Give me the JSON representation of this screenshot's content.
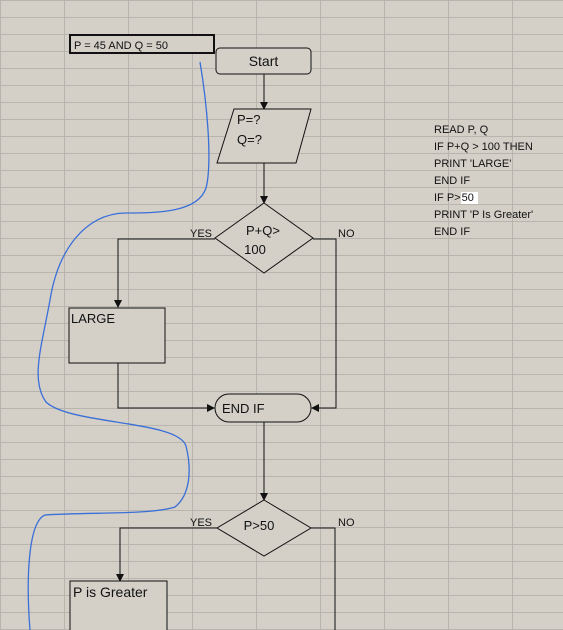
{
  "note": "P = 45 AND Q = 50",
  "flowchart": {
    "start": "Start",
    "input_line1": "P=?",
    "input_line2": "Q=?",
    "decision1_line1": "P+Q>",
    "decision1_line2": "100",
    "yes1": "YES",
    "no1": "NO",
    "process1": "LARGE",
    "endif": "END IF",
    "decision2": "P>50",
    "yes2": "YES",
    "no2": "NO",
    "process2": "P is Greater"
  },
  "code": {
    "line1": "READ P, Q",
    "line2": "IF P+Q > 100 THEN",
    "line3": "PRINT 'LARGE'",
    "line4": "END IF",
    "line5_prefix": "IF P>",
    "line5_value": "50",
    "line6": "PRINT 'P Is Greater'",
    "line7": "END IF"
  },
  "colors": {
    "background": "#d4d0c8",
    "trace_line": "#3a6fd8"
  }
}
